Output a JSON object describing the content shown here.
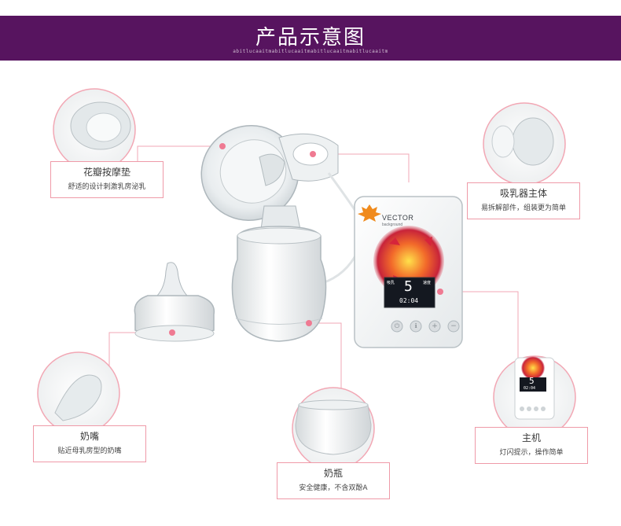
{
  "header": {
    "title": "产品示意图",
    "subtitle": "abitlucaaitmabitlucaaitmabitlucaaitmabitlucaaitm"
  },
  "device": {
    "brand": "VECTOR",
    "brand_sub": "background",
    "display_value": "5",
    "display_time": "02:04",
    "display_left": "吸乳",
    "display_right": "速度"
  },
  "mini_device": {
    "display_value": "5",
    "display_time": "02:04"
  },
  "labels": {
    "cushion": {
      "title": "花瓣按摩垫",
      "desc": "舒适的设计刺激乳房泌乳"
    },
    "body": {
      "title": "吸乳器主体",
      "desc": "易拆解部件，组装更为简单"
    },
    "teat": {
      "title": "奶嘴",
      "desc": "贴近母乳房型的奶嘴"
    },
    "host": {
      "title": "主机",
      "desc": "灯闪提示，操作简单"
    },
    "bottle": {
      "title": "奶瓶",
      "desc": "安全健康，不含双酚A"
    }
  },
  "colors": {
    "banner": "#57145f",
    "accent": "#ef7a92",
    "line": "#f2a7b4"
  }
}
